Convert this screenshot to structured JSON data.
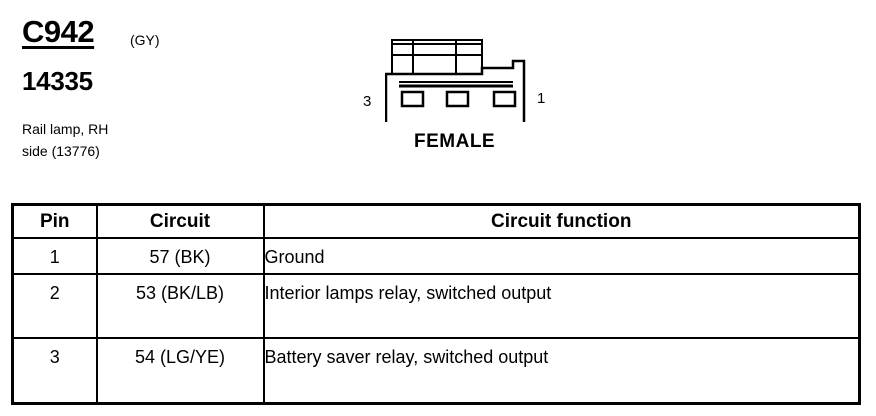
{
  "connector": {
    "id": "C942",
    "color_code": "(GY)",
    "part_number": "14335",
    "description_line1": "Rail lamp, RH",
    "description_line2": "side (13776)"
  },
  "diagram": {
    "left_pin_label": "3",
    "right_pin_label": "1",
    "gender": "FEMALE"
  },
  "table": {
    "headers": {
      "pin": "Pin",
      "circuit": "Circuit",
      "function": "Circuit function"
    },
    "rows": [
      {
        "pin": "1",
        "circuit": "57 (BK)",
        "function": "Ground"
      },
      {
        "pin": "2",
        "circuit": "53 (BK/LB)",
        "function": "Interior lamps relay, switched output"
      },
      {
        "pin": "3",
        "circuit": "54 (LG/YE)",
        "function": "Battery saver relay, switched output"
      }
    ]
  }
}
